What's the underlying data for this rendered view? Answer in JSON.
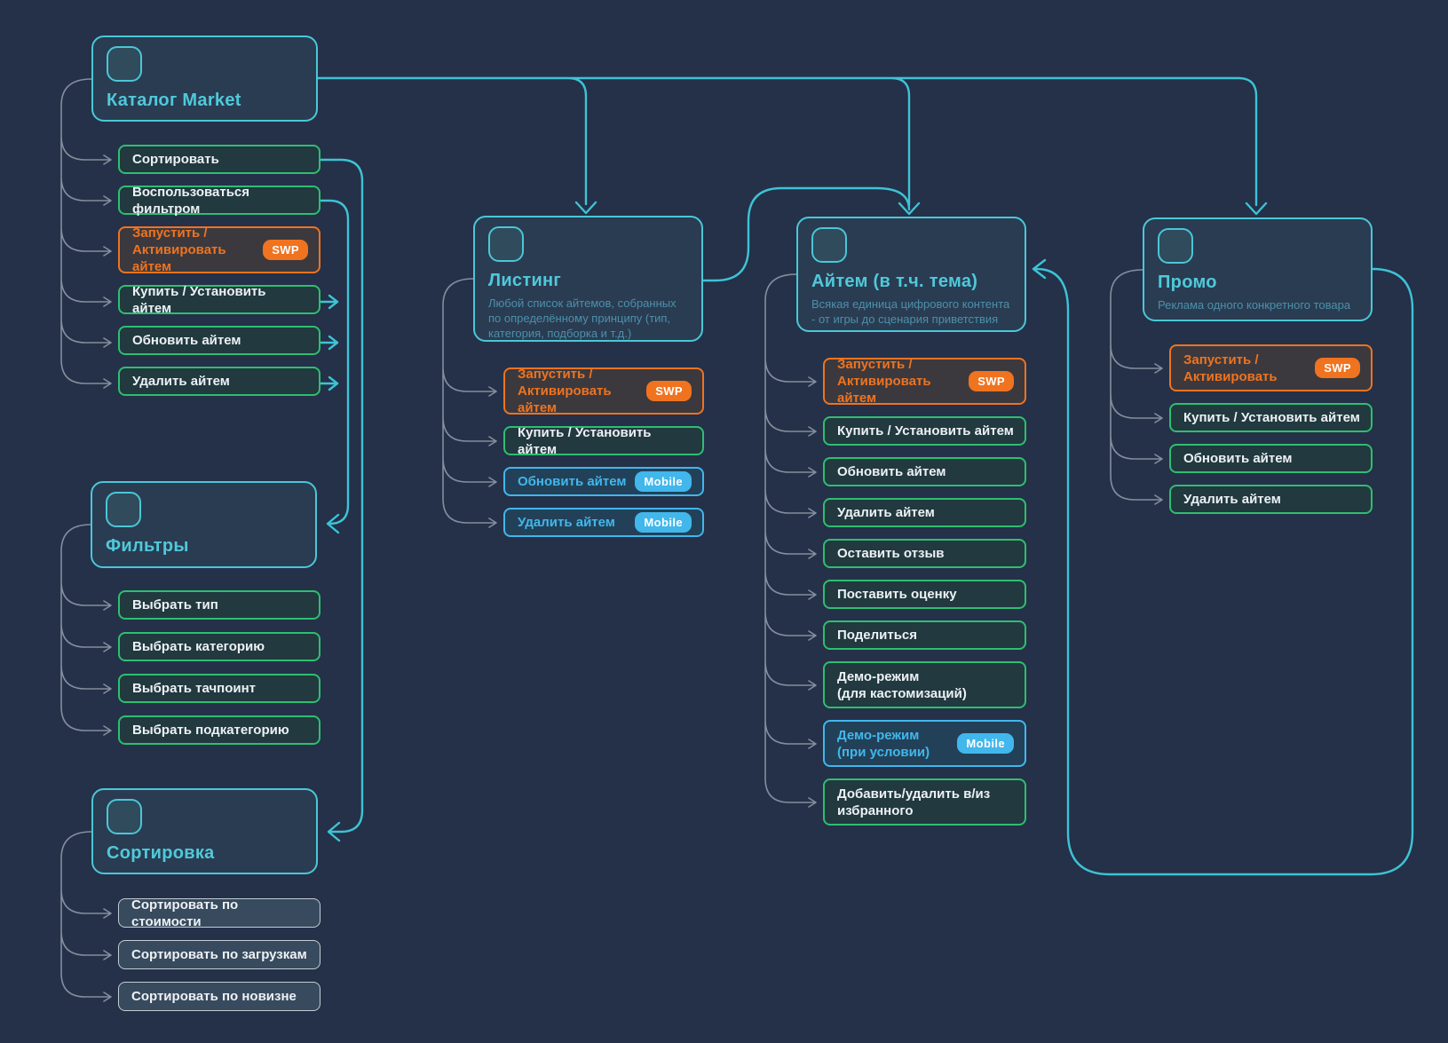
{
  "palette": {
    "bg": "#243149",
    "node-fill": "#2A3C52",
    "node-border": "#4AC7D7",
    "node-title": "#4FC9DA",
    "node-desc": "#4C90AA",
    "icon-fill": "#2F4B5C",
    "green-border": "#2FBE70",
    "green-fill": "#21393F",
    "item-text": "#EDF1F5",
    "orange": "#F0731F",
    "orange-fill": "#3B393E",
    "blue": "#41B7EC",
    "blue-fill": "#224158",
    "gray-border": "#C3CDD6",
    "gray-fill": "#384A5E",
    "line-cyan": "#3EC3D4",
    "line-gray": "#848E9C"
  },
  "nodes": {
    "catalog": {
      "title": "Каталог Market"
    },
    "filters": {
      "title": "Фильтры"
    },
    "sorting": {
      "title": "Сортировка"
    },
    "listing": {
      "title": "Листинг",
      "description": "Любой список айтемов, собранных по определённому принципу (тип, категория, подборка и т.д.)"
    },
    "item": {
      "title": "Айтем (в т.ч. тема)",
      "description": "Всякая единица цифрового контента - от игры до сценария приветствия"
    },
    "promo": {
      "title": "Промо",
      "description": "Реклама одного конкретного товара"
    }
  },
  "actions": {
    "catalog": [
      {
        "label": "Сортировать"
      },
      {
        "label": "Воспользоваться фильтром"
      },
      {
        "label": "Запустить /\nАктивировать айтем",
        "badge": "SWP"
      },
      {
        "label": "Купить / Установить айтем"
      },
      {
        "label": "Обновить айтем"
      },
      {
        "label": "Удалить айтем"
      }
    ],
    "filters": [
      {
        "label": "Выбрать тип"
      },
      {
        "label": "Выбрать категорию"
      },
      {
        "label": "Выбрать тачпоинт"
      },
      {
        "label": "Выбрать подкатегорию"
      }
    ],
    "sorting": [
      {
        "label": "Сортировать по стоимости"
      },
      {
        "label": "Сортировать по загрузкам"
      },
      {
        "label": "Сортировать по новизне"
      }
    ],
    "listing": [
      {
        "label": "Запустить /\nАктивировать айтем",
        "badge": "SWP"
      },
      {
        "label": "Купить / Установить айтем"
      },
      {
        "label": "Обновить айтем",
        "badge": "Mobile"
      },
      {
        "label": "Удалить айтем",
        "badge": "Mobile"
      }
    ],
    "item": [
      {
        "label": "Запустить /\nАктивировать айтем",
        "badge": "SWP"
      },
      {
        "label": "Купить / Установить айтем"
      },
      {
        "label": "Обновить айтем"
      },
      {
        "label": "Удалить айтем"
      },
      {
        "label": "Оставить отзыв"
      },
      {
        "label": "Поставить оценку"
      },
      {
        "label": "Поделиться"
      },
      {
        "label": "Демо-режим\n(для кастомизаций)"
      },
      {
        "label": "Демо-режим\n(при условии)",
        "badge": "Mobile"
      },
      {
        "label": "Добавить/удалить в/из\nизбранного"
      }
    ],
    "promo": [
      {
        "label": "Запустить /\nАктивировать",
        "badge": "SWP"
      },
      {
        "label": "Купить / Установить айтем"
      },
      {
        "label": "Обновить айтем"
      },
      {
        "label": "Удалить айтем"
      }
    ]
  }
}
